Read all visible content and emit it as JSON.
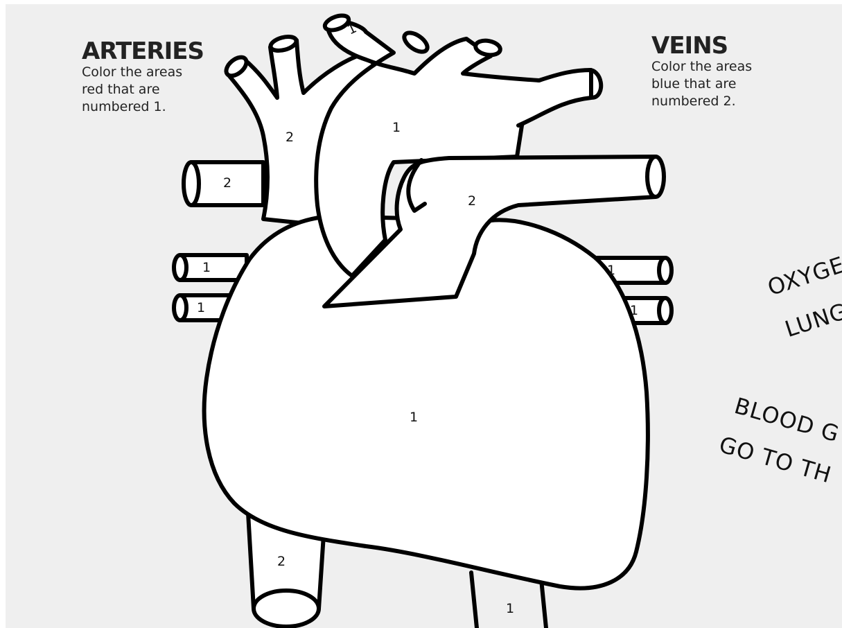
{
  "arteries": {
    "heading": "ARTERIES",
    "instructions": "Color the areas\nred that are\nnumbered 1."
  },
  "veins": {
    "heading": "VEINS",
    "instructions": "Color the areas\nblue that are\nnumbered 2."
  },
  "region_labels": {
    "top_vessel": "1",
    "aorta_arch": "1",
    "superior_vena_cava": "2",
    "left_vein_stub": "2",
    "pulmonary_artery": "2",
    "left_upper_stub": "1",
    "left_lower_stub": "1",
    "right_upper_stub": "1",
    "right_lower_stub": "1",
    "heart_body": "1",
    "inferior_vena_cava": "2",
    "descending_aorta": "1"
  },
  "handwritten_notes": {
    "line1": "OXYGE",
    "line2": "LUNGS",
    "line3": "BLOOD G",
    "line4": "GO TO TH"
  },
  "colors": {
    "outline": "#000000",
    "background": "#efefef",
    "fill": "#ffffff"
  }
}
